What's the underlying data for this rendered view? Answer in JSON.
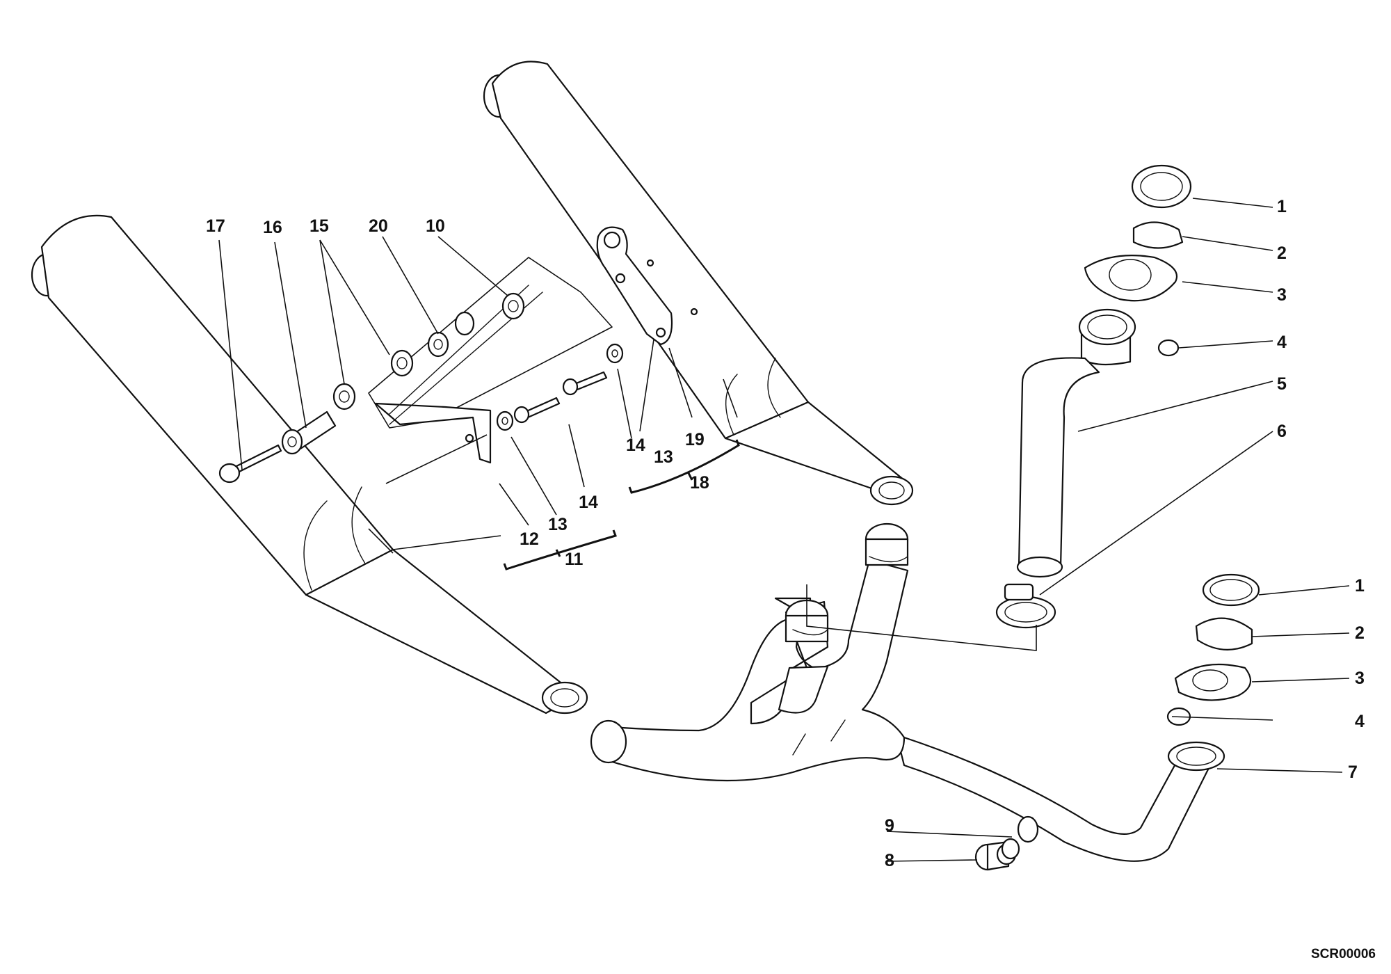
{
  "labels": {
    "l1a": "1",
    "l2a": "2",
    "l3a": "3",
    "l4a": "4",
    "l5": "5",
    "l6": "6",
    "l1b": "1",
    "l2b": "2",
    "l3b": "3",
    "l4b": "4",
    "l7": "7",
    "l8": "8",
    "l9": "9",
    "l10": "10",
    "l11": "11",
    "l12": "12",
    "l13a": "13",
    "l13b": "13",
    "l14a": "14",
    "l14b": "14",
    "l15": "15",
    "l16": "16",
    "l17": "17",
    "l18": "18",
    "l19": "19",
    "l20": "20"
  },
  "drawing_code": "SCR00006"
}
